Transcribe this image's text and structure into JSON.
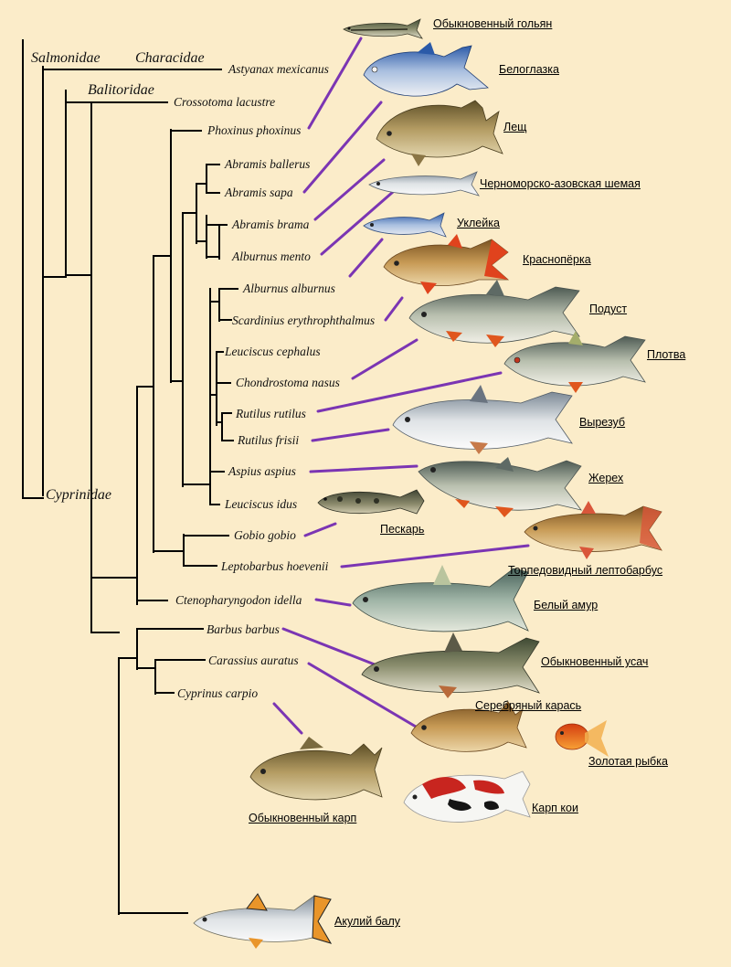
{
  "families": {
    "salmonidae": "Salmonidae",
    "characidae": "Characidae",
    "balitoridae": "Balitoridae",
    "cyprinidae": "Cyprinidae"
  },
  "species": [
    "Astyanax mexicanus",
    "Crossotoma lacustre",
    "Phoxinus phoxinus",
    "Abramis ballerus",
    "Abramis sapa",
    "Abramis brama",
    "Alburnus mento",
    "Alburnus alburnus",
    "Scardinius erythrophthalmus",
    "Leuciscus cephalus",
    "Chondrostoma nasus",
    "Rutilus rutilus",
    "Rutilus frisii",
    "Aspius aspius",
    "Leuciscus idus",
    "Gobio gobio",
    "Leptobarbus hoevenii",
    "Ctenopharyngodon idella",
    "Barbus barbus",
    "Carassius auratus",
    "Cyprinus carpio"
  ],
  "common_names": [
    "Обыкновенный гольян",
    "Белоглазка",
    "Лещ",
    "Черноморско-азовская шемая",
    "Уклейка",
    "Краснопёрка",
    "Подуст",
    "Плотва",
    "Вырезуб",
    "Жерех",
    "Пескарь",
    "Торпедовидный лептобарбус",
    "Белый амур",
    "Обыкновенный усач",
    "Серебряный карась",
    "Золотая рыбка",
    "Обыкновенный карп",
    "Карп кои",
    "Акулий балу"
  ],
  "colors": {
    "background": "#fbecc9",
    "tree": "#000000",
    "connector": "#7b35b3"
  }
}
